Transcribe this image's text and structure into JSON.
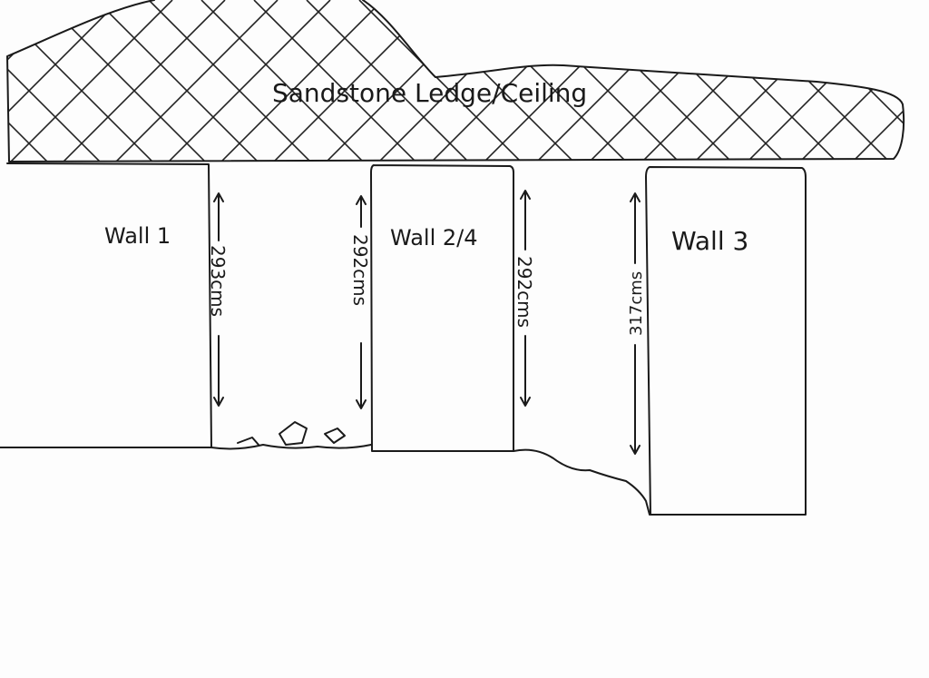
{
  "ceiling": {
    "label": "Sandstone Ledge/Ceiling"
  },
  "walls": [
    {
      "label": "Wall 1"
    },
    {
      "label": "Wall 2/4"
    },
    {
      "label": "Wall 3"
    }
  ],
  "measurements": [
    {
      "label": "293cms"
    },
    {
      "label": "292cms"
    },
    {
      "label": "292cms"
    },
    {
      "label": "317cms"
    }
  ]
}
